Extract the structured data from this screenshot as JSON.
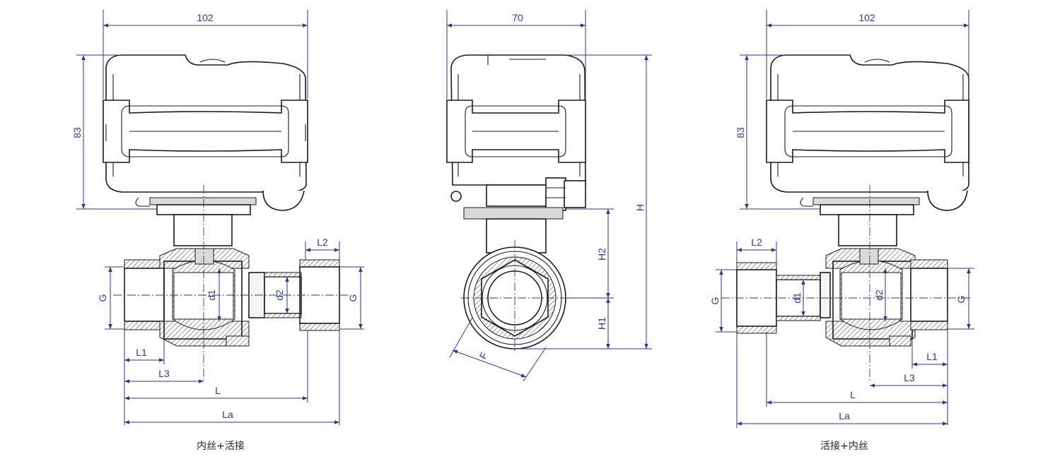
{
  "views": {
    "left": {
      "width_label": "102",
      "height_label": "83",
      "labels": {
        "G_left": "G",
        "G_right": "G",
        "d1": "d1",
        "d2": "d2",
        "L1": "L1",
        "L2": "L2",
        "L3": "L3",
        "L": "L",
        "La": "La"
      },
      "caption": "内丝+活接"
    },
    "middle": {
      "width_label": "70",
      "labels": {
        "H": "H",
        "H1": "H1",
        "H2": "H2",
        "F": "F"
      }
    },
    "right": {
      "width_label": "102",
      "height_label": "83",
      "labels": {
        "G_left": "G",
        "G_right": "G",
        "d1": "d1",
        "d2": "d2",
        "L1": "L1",
        "L2": "L2",
        "L3": "L3",
        "L": "L",
        "La": "La"
      },
      "caption": "活接+内丝"
    }
  },
  "colors": {
    "dimension": "#2a3a8c",
    "outline": "#1a1a1a",
    "hatch": "#555555"
  }
}
